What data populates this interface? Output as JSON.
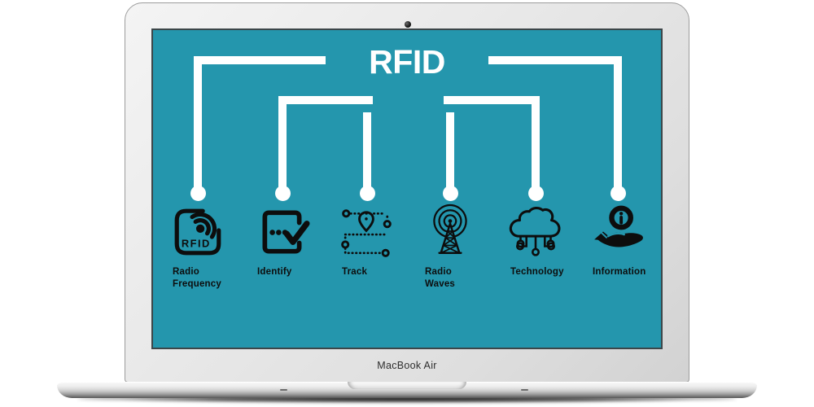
{
  "device": {
    "model_label": "MacBook Air"
  },
  "diagram": {
    "title": "RFID"
  },
  "colors": {
    "screen_bg": "#2496ad",
    "line_color": "#ffffff",
    "icon_color": "#0d0d0d",
    "title_color": "#ffffff"
  },
  "items": [
    {
      "icon": "rfid-tag-icon",
      "icon_text": "RFID",
      "label": "Radio Frequency",
      "label_lines": [
        "Radio",
        "Frequency"
      ]
    },
    {
      "icon": "identify-check-icon",
      "label": "Identify",
      "label_lines": [
        "Identify"
      ]
    },
    {
      "icon": "track-route-icon",
      "label": "Track",
      "label_lines": [
        "Track"
      ]
    },
    {
      "icon": "radio-waves-tower-icon",
      "label": "Radio Waves",
      "label_lines": [
        "Radio",
        "Waves"
      ]
    },
    {
      "icon": "cloud-technology-icon",
      "label": "Technology",
      "label_lines": [
        "Technology"
      ]
    },
    {
      "icon": "information-hand-icon",
      "label": "Information",
      "label_lines": [
        "Information"
      ]
    }
  ]
}
